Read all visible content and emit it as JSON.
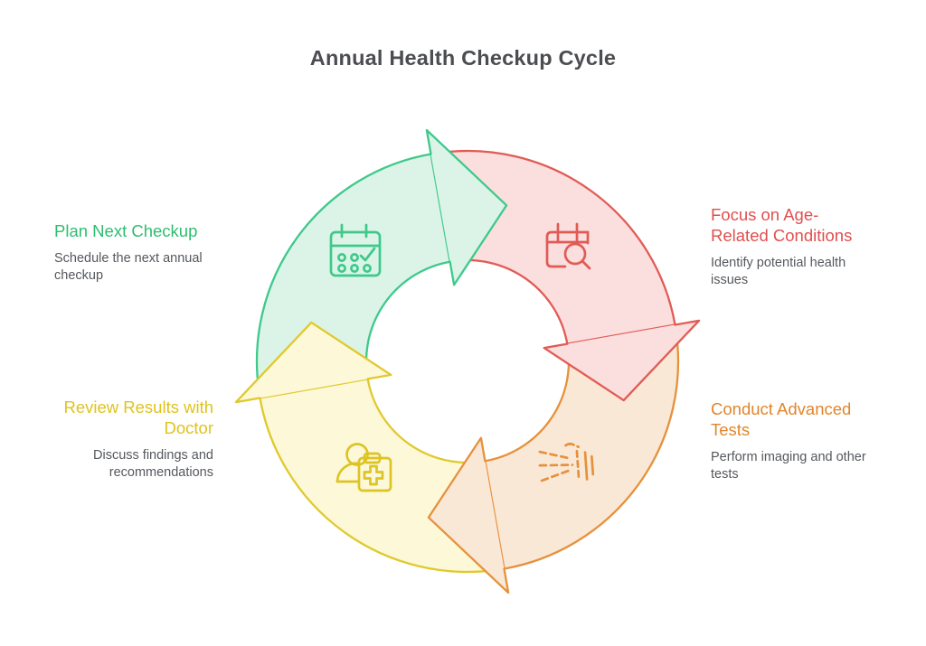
{
  "title": "Annual Health Checkup Cycle",
  "diagram": {
    "type": "cycle",
    "direction": "clockwise",
    "steps": [
      {
        "label": "Plan Next Checkup",
        "description": "Schedule the next annual checkup",
        "position": "top-left",
        "icon": "calendar-check-icon",
        "accent_color": "#2ebd70",
        "segment_stroke": "#3ec98b",
        "segment_fill": "#dcf4e7"
      },
      {
        "label": "Focus on Age-Related Conditions",
        "description": "Identify potential health issues",
        "position": "top-right",
        "icon": "calendar-search-icon",
        "accent_color": "#e14f4f",
        "segment_stroke": "#e15b55",
        "segment_fill": "#fbdede"
      },
      {
        "label": "Conduct Advanced Tests",
        "description": "Perform imaging and other tests",
        "position": "bottom-right",
        "icon": "imaging-scan-icon",
        "accent_color": "#e0862d",
        "segment_stroke": "#e6913c",
        "segment_fill": "#fae8d7"
      },
      {
        "label": "Review Results with Doctor",
        "description": "Discuss findings and recommendations",
        "position": "bottom-left",
        "icon": "doctor-clipboard-icon",
        "accent_color": "#dfc31d",
        "segment_stroke": "#e0c92d",
        "segment_fill": "#fdf8d8"
      }
    ]
  },
  "colors": {
    "background": "#ffffff",
    "title_text": "#4b4d51",
    "description_text": "#55585d"
  }
}
